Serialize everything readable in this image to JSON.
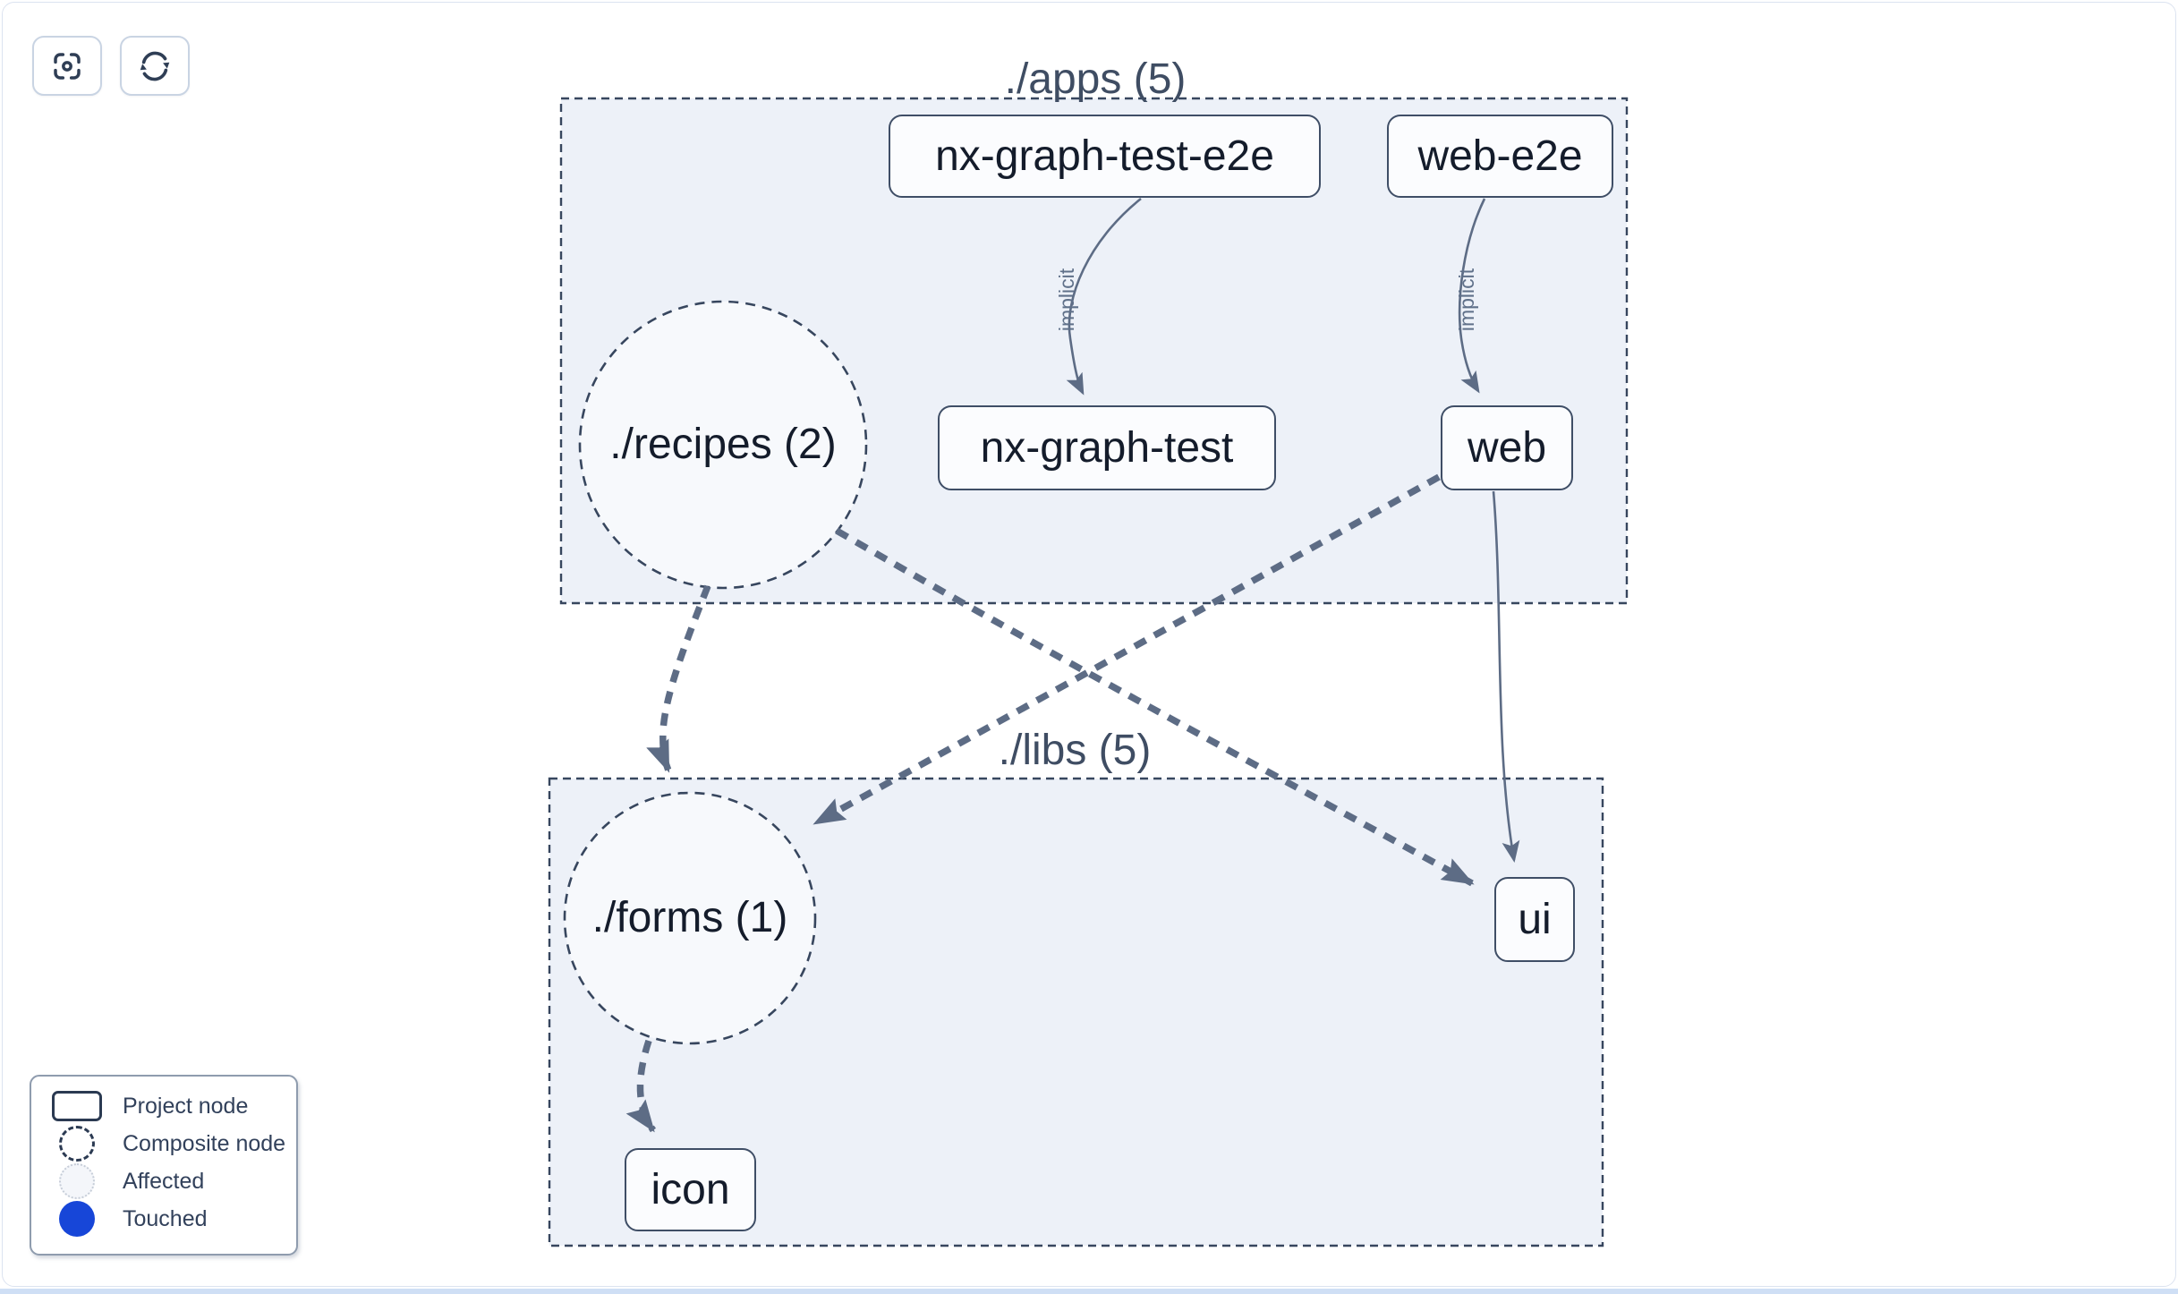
{
  "toolbar": {
    "buttons": [
      {
        "name": "zoom-to-fit",
        "icon": "focus-icon"
      },
      {
        "name": "refresh",
        "icon": "refresh-icon"
      }
    ]
  },
  "graph": {
    "groups": [
      {
        "id": "apps",
        "label": "./apps (5)"
      },
      {
        "id": "libs",
        "label": "./libs (5)"
      }
    ],
    "composite_nodes": [
      {
        "id": "recipes",
        "label": "./recipes (2)"
      },
      {
        "id": "forms",
        "label": "./forms (1)"
      }
    ],
    "project_nodes": [
      {
        "id": "nx-graph-test-e2e",
        "label": "nx-graph-test-e2e"
      },
      {
        "id": "web-e2e",
        "label": "web-e2e"
      },
      {
        "id": "nx-graph-test",
        "label": "nx-graph-test"
      },
      {
        "id": "web",
        "label": "web"
      },
      {
        "id": "ui",
        "label": "ui"
      },
      {
        "id": "icon",
        "label": "icon"
      }
    ],
    "edges": [
      {
        "from": "nx-graph-test-e2e",
        "to": "nx-graph-test",
        "type": "implicit",
        "label": "implicit"
      },
      {
        "from": "web-e2e",
        "to": "web",
        "type": "implicit",
        "label": "implicit"
      },
      {
        "from": "./recipes",
        "to": "./forms",
        "type": "dashed",
        "label": ""
      },
      {
        "from": "./recipes",
        "to": "ui",
        "type": "dashed",
        "label": ""
      },
      {
        "from": "web",
        "to": "./forms",
        "type": "dashed",
        "label": ""
      },
      {
        "from": "web",
        "to": "ui",
        "type": "solid",
        "label": ""
      },
      {
        "from": "./forms",
        "to": "icon",
        "type": "dashed",
        "label": ""
      }
    ],
    "edge_label_implicit": "implicit"
  },
  "legend": {
    "items": [
      {
        "label": "Project node",
        "swatch": "project-rect"
      },
      {
        "label": "Composite node",
        "swatch": "dashed-circle"
      },
      {
        "label": "Affected",
        "swatch": "affected-circle"
      },
      {
        "label": "Touched",
        "swatch": "touched-circle"
      }
    ]
  },
  "colors": {
    "touched": "#1746d8",
    "affected_fill": "#f4f6fa",
    "edge": "#5d6c85",
    "group_fill": "#edf1f8",
    "group_border": "#37465e",
    "node_border": "#3f4e66",
    "node_fill": "#fbfcfe",
    "bottom_bar": "#cfdff5"
  }
}
